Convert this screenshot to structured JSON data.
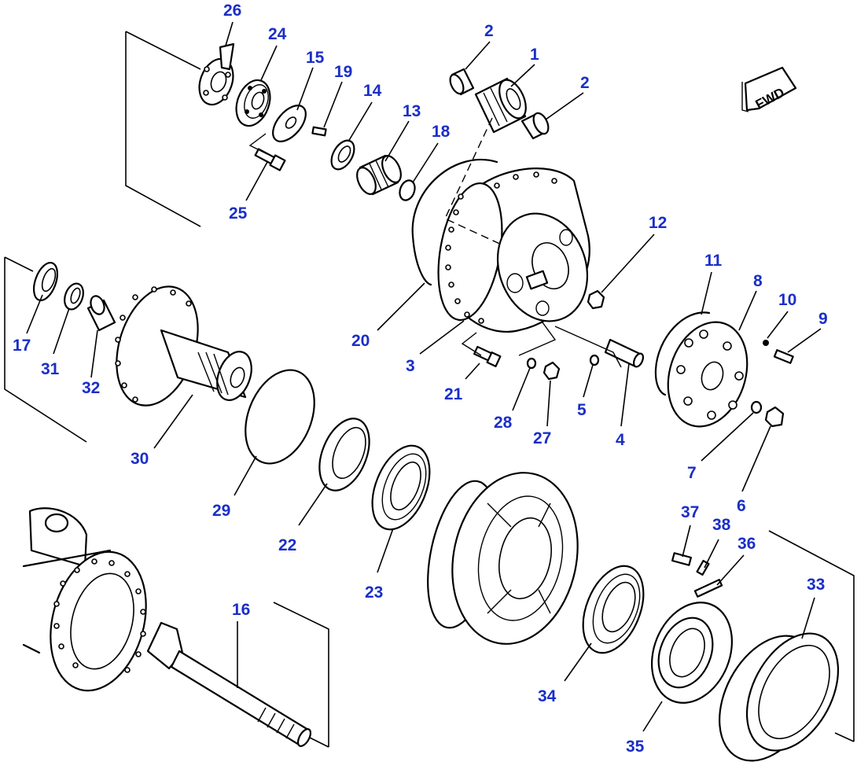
{
  "badge": {
    "label": "FWD"
  },
  "callouts": [
    {
      "label": "26"
    },
    {
      "label": "24"
    },
    {
      "label": "15"
    },
    {
      "label": "19"
    },
    {
      "label": "14"
    },
    {
      "label": "13"
    },
    {
      "label": "18"
    },
    {
      "label": "2"
    },
    {
      "label": "1"
    },
    {
      "label": "2"
    },
    {
      "label": "25"
    },
    {
      "label": "12"
    },
    {
      "label": "11"
    },
    {
      "label": "8"
    },
    {
      "label": "10"
    },
    {
      "label": "9"
    },
    {
      "label": "17"
    },
    {
      "label": "31"
    },
    {
      "label": "32"
    },
    {
      "label": "30"
    },
    {
      "label": "20"
    },
    {
      "label": "3"
    },
    {
      "label": "21"
    },
    {
      "label": "28"
    },
    {
      "label": "27"
    },
    {
      "label": "5"
    },
    {
      "label": "4"
    },
    {
      "label": "7"
    },
    {
      "label": "6"
    },
    {
      "label": "29"
    },
    {
      "label": "22"
    },
    {
      "label": "23"
    },
    {
      "label": "37"
    },
    {
      "label": "38"
    },
    {
      "label": "36"
    },
    {
      "label": "33"
    },
    {
      "label": "16"
    },
    {
      "label": "34"
    },
    {
      "label": "35"
    }
  ],
  "colors": {
    "callout": "#1a2ec8",
    "line": "#000000",
    "background": "#ffffff"
  }
}
